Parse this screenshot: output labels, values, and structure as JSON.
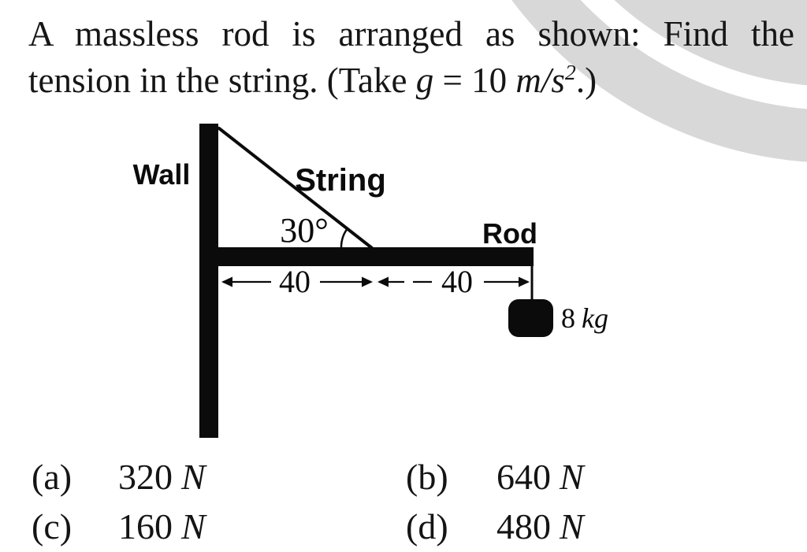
{
  "question": {
    "line1": "A massless rod is arranged as shown: Find the",
    "line2_pre": "tension in the string. (Take ",
    "g_symbol": "g",
    "equals_value": " = 10 ",
    "unit_base": "m/s",
    "unit_exponent": "2",
    "line2_close": ".)"
  },
  "diagram": {
    "wall_label": "Wall",
    "string_label": "String",
    "rod_label": "Rod",
    "angle_label": "30°",
    "dim_left_label": "40",
    "dim_right_label": "40",
    "mass_number": "8",
    "mass_unit": "kg",
    "ink_color": "#0b0b0b"
  },
  "options": [
    {
      "label": "(a)",
      "value": "320",
      "unit": "N"
    },
    {
      "label": "(b)",
      "value": "640",
      "unit": "N"
    },
    {
      "label": "(c)",
      "value": "160",
      "unit": "N"
    },
    {
      "label": "(d)",
      "value": "480",
      "unit": "N"
    }
  ],
  "watermark_color": "#d8d8d8"
}
